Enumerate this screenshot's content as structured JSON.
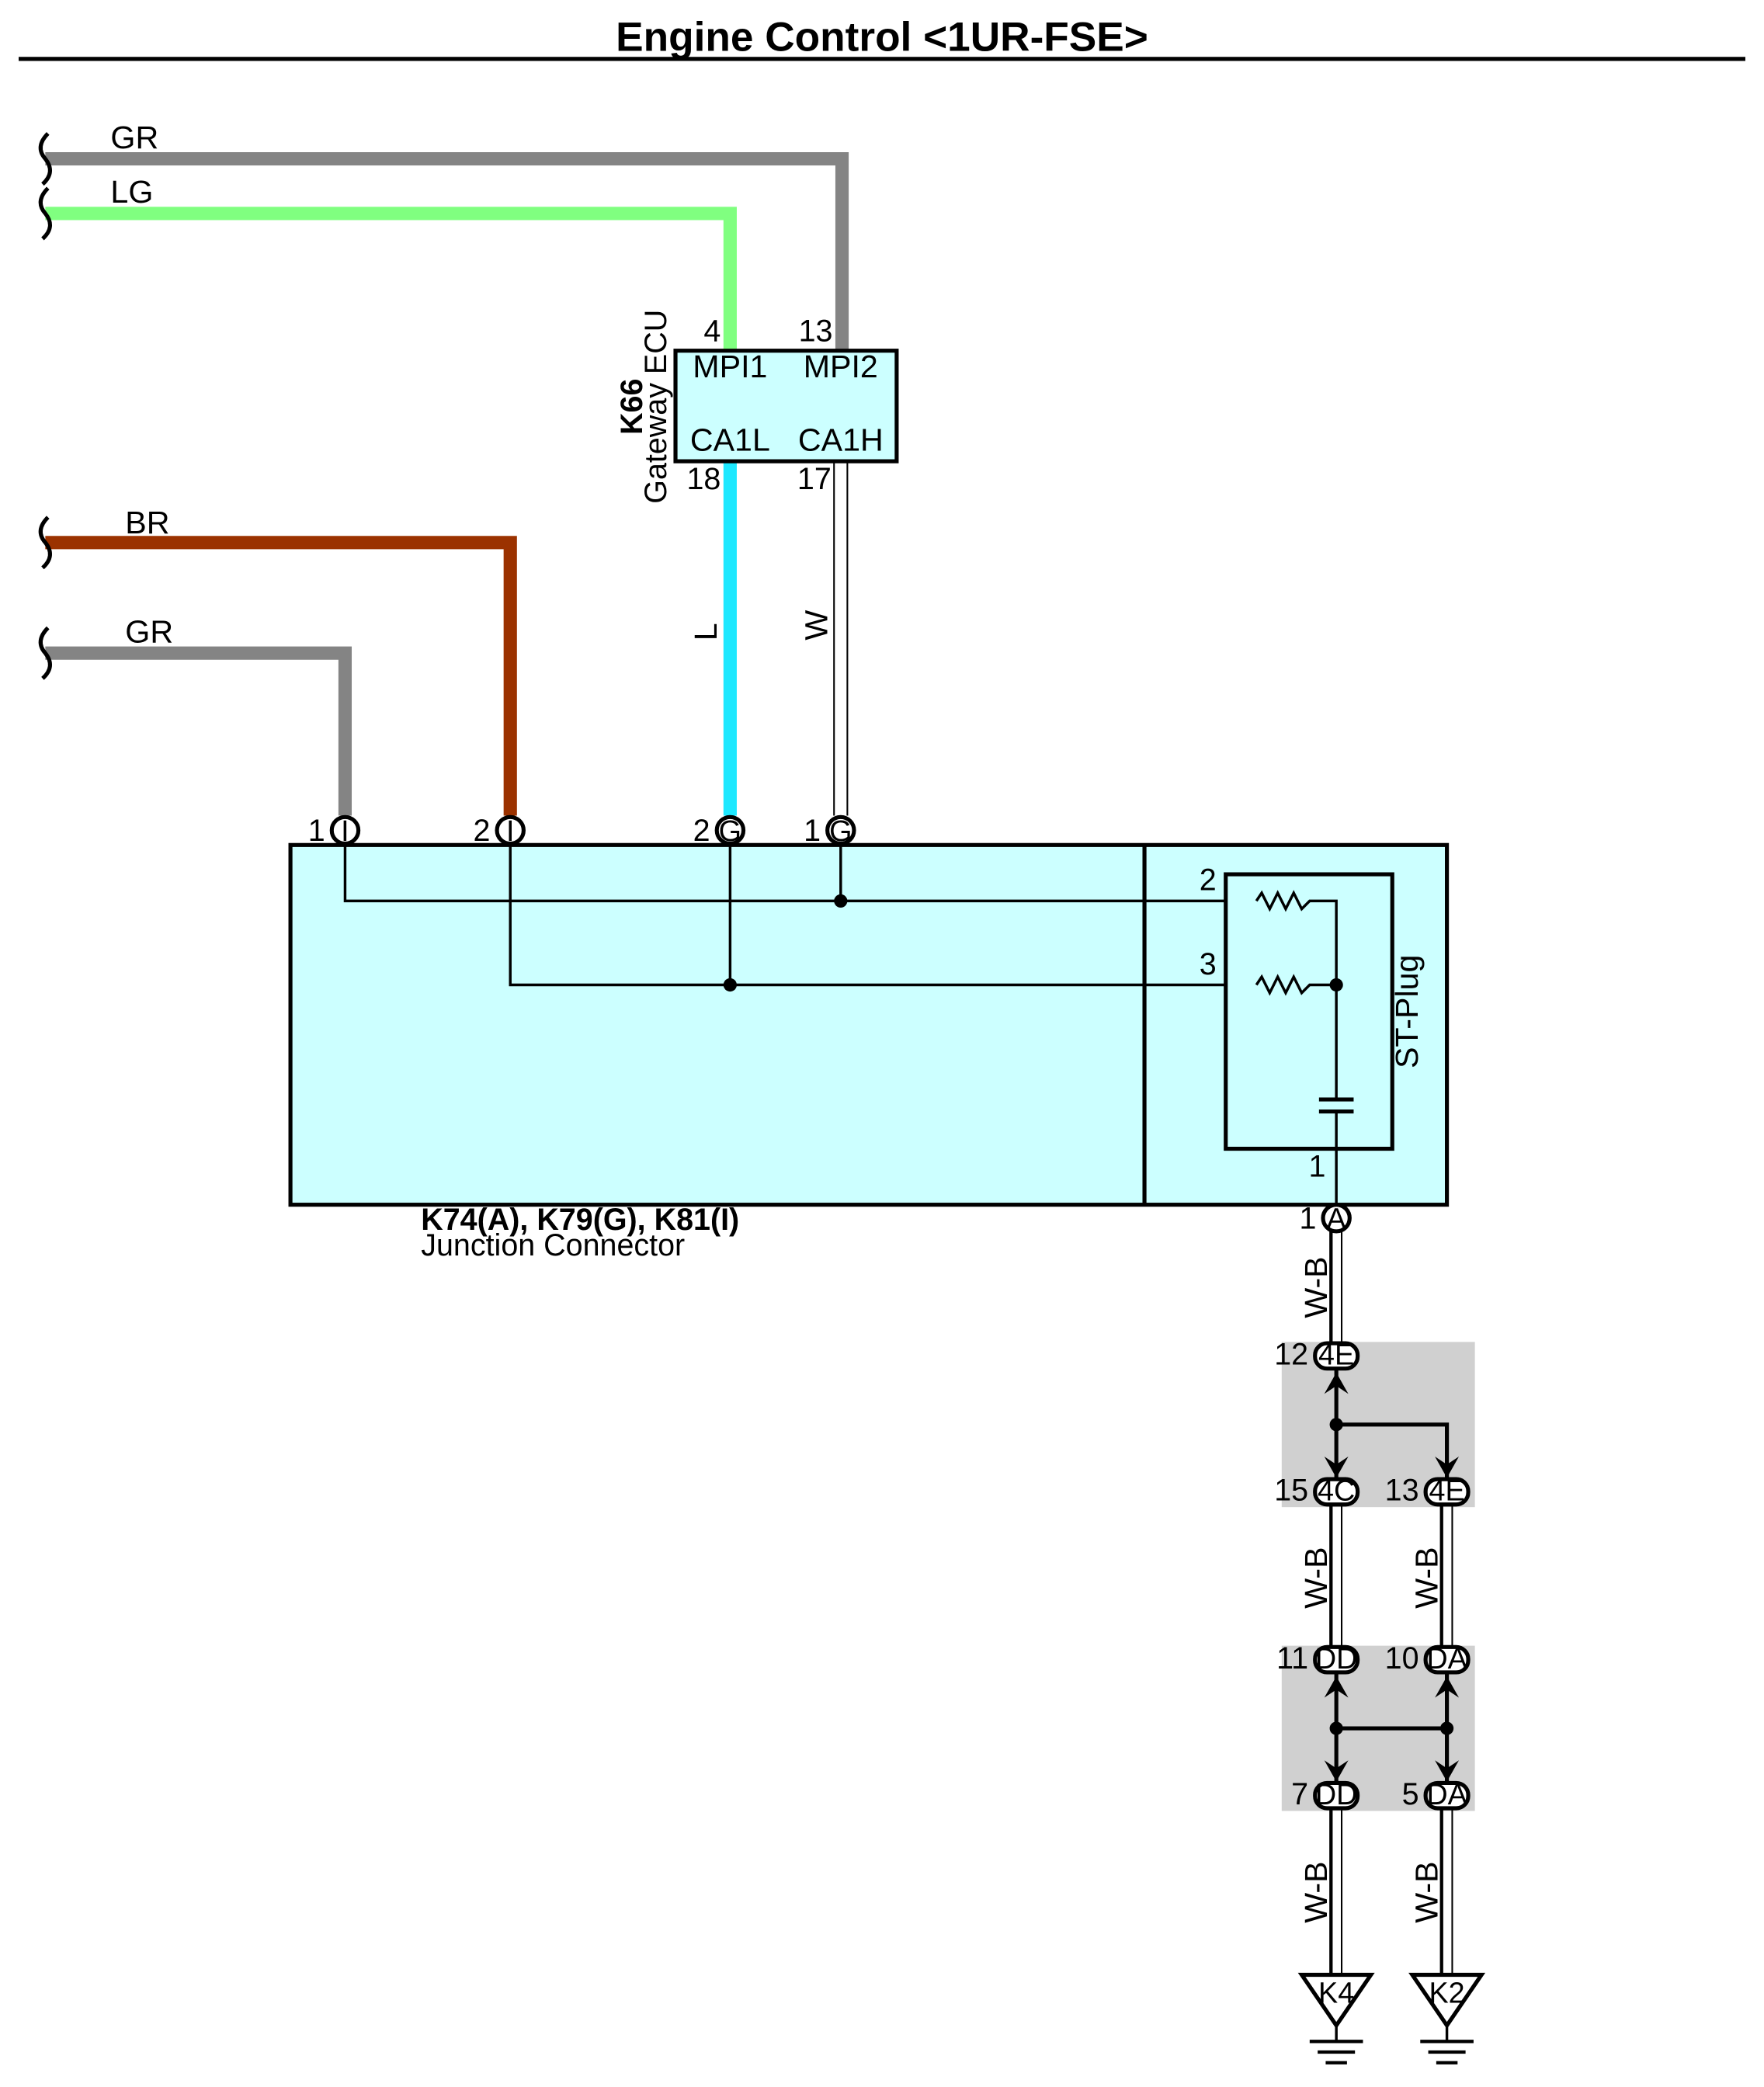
{
  "header": {
    "title": "Engine Control <1UR-FSE>"
  },
  "wires": {
    "gr_top": "GR",
    "lg": "LG",
    "br": "BR",
    "gr_mid": "GR",
    "l": "L",
    "w": "W",
    "wb_1": "W-B",
    "wb_2": "W-B",
    "wb_3": "W-B",
    "wb_4": "W-B",
    "wb_5": "W-B"
  },
  "gateway_ecu": {
    "id": "K66",
    "name": "Gateway ECU",
    "terminals": {
      "mpi1": "MPI1",
      "mpi2": "MPI2",
      "ca1l": "CA1L",
      "ca1h": "CA1H"
    },
    "pins": {
      "mpi1": "4",
      "mpi2": "13",
      "ca1l": "18",
      "ca1h": "17"
    }
  },
  "junction_connector": {
    "id": "K74(A), K79(G), K81(I)",
    "name": "Junction Connector",
    "pins": [
      {
        "num": "1",
        "code": "I"
      },
      {
        "num": "2",
        "code": "I"
      },
      {
        "num": "2",
        "code": "G"
      },
      {
        "num": "1",
        "code": "G"
      }
    ],
    "out_pin": {
      "num": "1",
      "code": "A"
    }
  },
  "st_plug": {
    "name": "ST-Plug",
    "pins": {
      "p2": "2",
      "p3": "3",
      "p1": "1"
    }
  },
  "splice_1": {
    "top": {
      "num": "12",
      "code": "4E"
    },
    "bottom_left": {
      "num": "15",
      "code": "4C"
    },
    "bottom_right": {
      "num": "13",
      "code": "4E"
    }
  },
  "splice_2": {
    "top_left": {
      "num": "11",
      "code": "DD"
    },
    "top_right": {
      "num": "10",
      "code": "DA"
    },
    "bottom_left": {
      "num": "7",
      "code": "DD"
    },
    "bottom_right": {
      "num": "5",
      "code": "DA"
    }
  },
  "grounds": {
    "left": "K4",
    "right": "K2"
  },
  "colors": {
    "gr": "#848484",
    "lg": "#80ff80",
    "br": "#9b3200",
    "l": "#1de8ff",
    "box_fill": "#ccffff",
    "splice_fill": "#d0d0d0"
  }
}
